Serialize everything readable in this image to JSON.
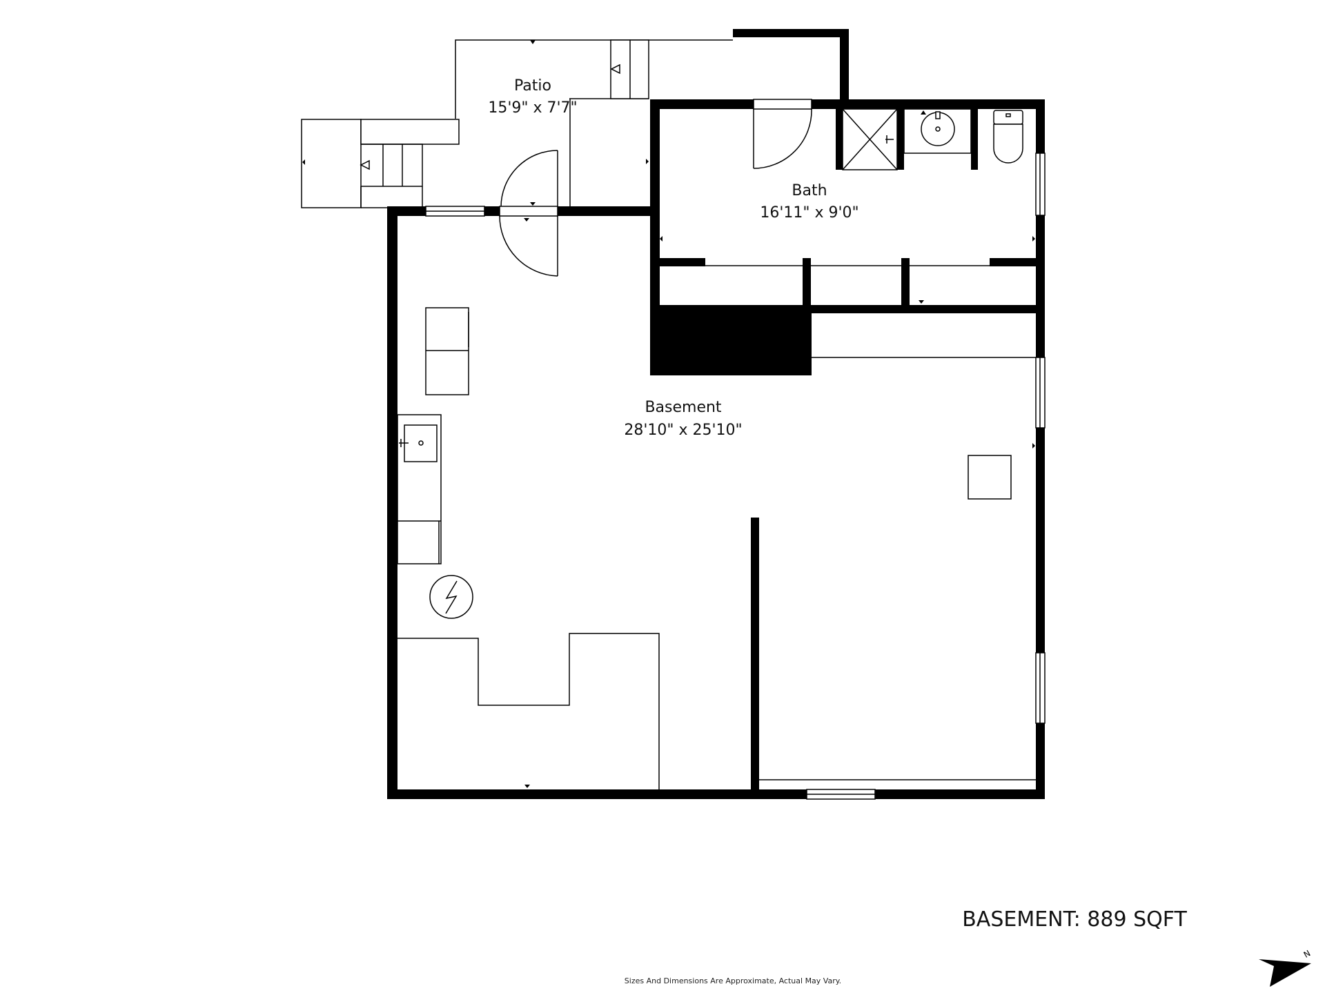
{
  "rooms": {
    "patio": {
      "name": "Patio",
      "dimensions": "15'9\" x 7'7\""
    },
    "bath": {
      "name": "Bath",
      "dimensions": "16'11\" x 9'0\""
    },
    "basement": {
      "name": "Basement",
      "dimensions": "28'10\" x 25'10\""
    }
  },
  "summary": {
    "area_text": "BASEMENT: 889 SQFT"
  },
  "footer": {
    "disclaimer": "Sizes And Dimensions Are Approximate, Actual May Vary."
  },
  "compass": {
    "letter": "N"
  },
  "colors": {
    "wall": "#000000",
    "background": "#ffffff"
  }
}
